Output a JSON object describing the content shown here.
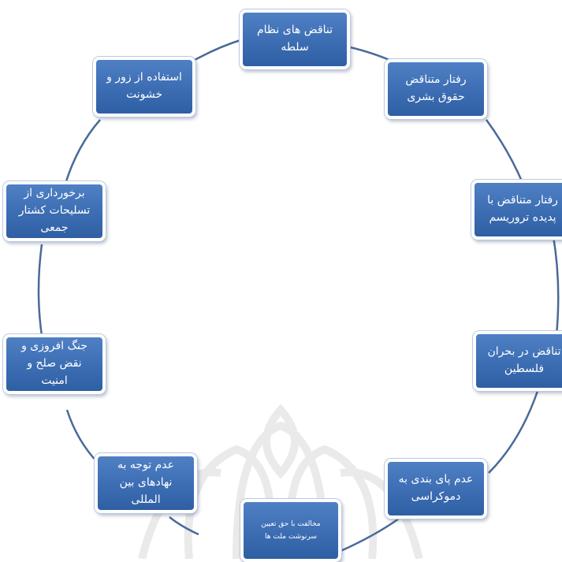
{
  "cycle": {
    "items": [
      {
        "label": "تناقض های نظام سلطه"
      },
      {
        "label": "رفتار متناقض حقوق بشری"
      },
      {
        "label": "رفتار متناقض با پدیده تروریسم"
      },
      {
        "label": "تناقض در بحران فلسطین"
      },
      {
        "label": "عدم پای بندی به دموکراسی"
      },
      {
        "label": "مخالفت با حق تعیین سرنوشت ملت ها"
      },
      {
        "label": "عدم توجه به نهادهای بین المللی"
      },
      {
        "label": "جنگ افروزی و نقض صلح و امنیت"
      },
      {
        "label": "برخورداری از تسلیحات کشتار جمعی"
      },
      {
        "label": "استفاده از زور و خشونت"
      }
    ]
  },
  "colors": {
    "box_fill": "#3c6db3",
    "box_border": "#ffffff",
    "connector": "#4a6a99",
    "text": "#ffffff",
    "watermark": "#d6d6d6"
  }
}
